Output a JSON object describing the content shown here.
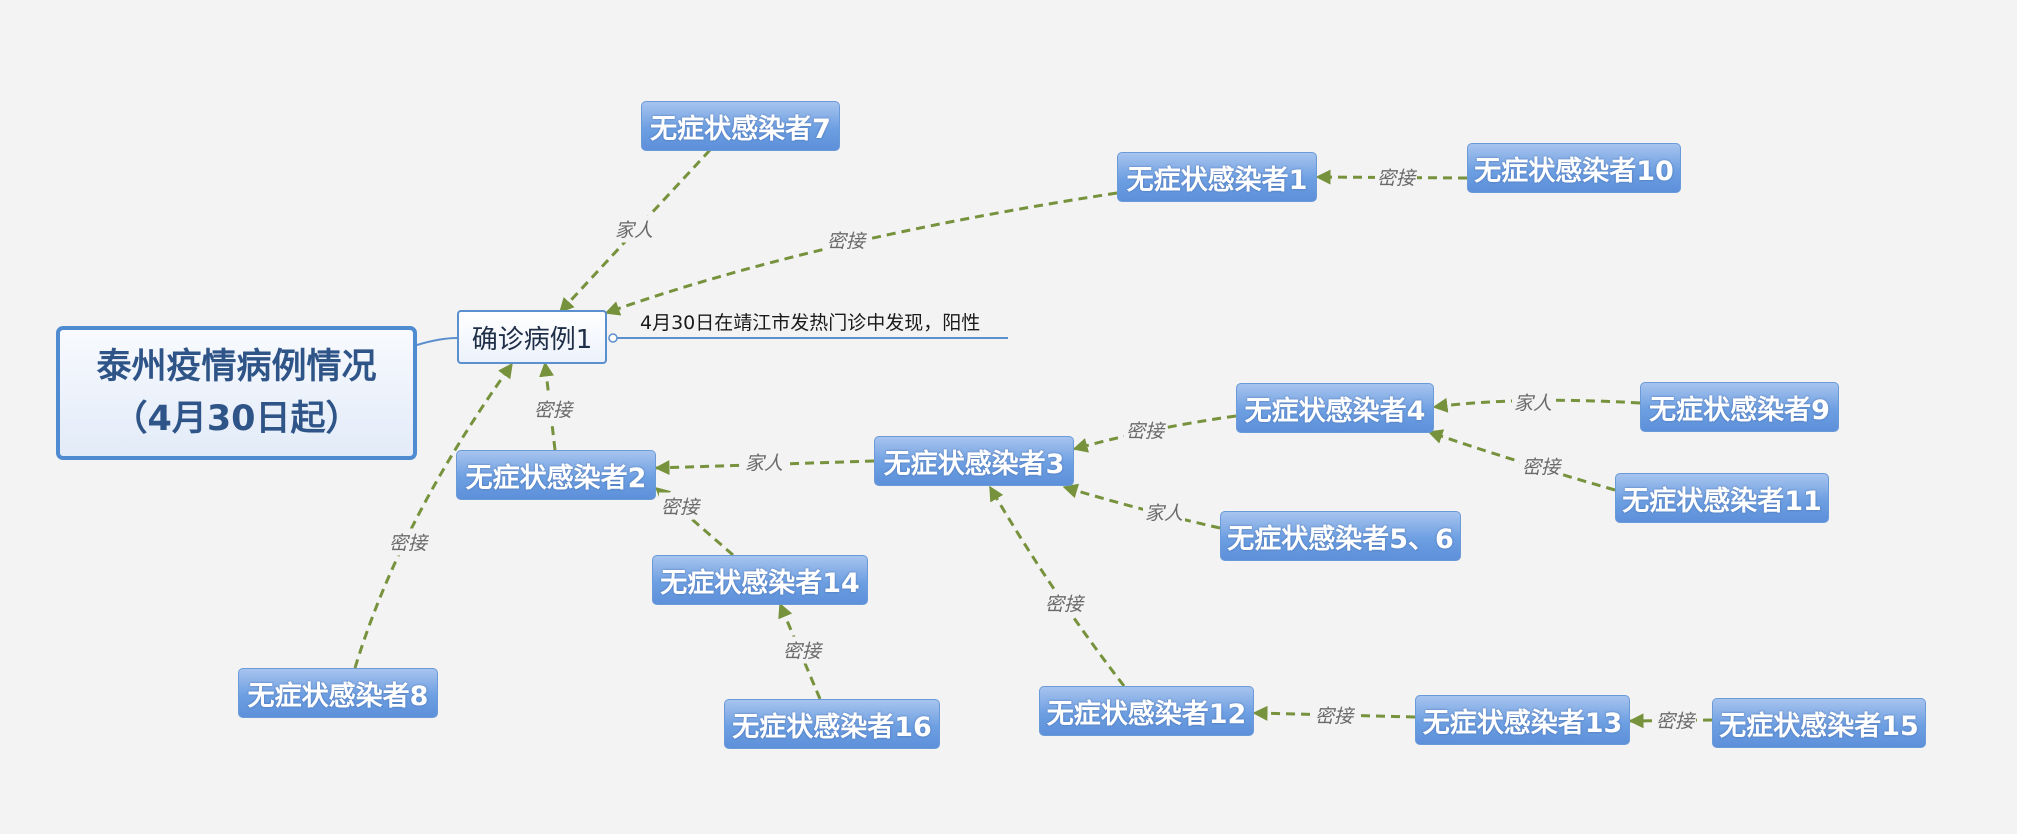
{
  "diagram": {
    "root": {
      "line1": "泰州疫情病例情况",
      "line2": "（4月30日起）"
    },
    "case": {
      "label": "确诊病例1",
      "note": "4月30日在靖江市发热门诊中发现，阳性"
    },
    "nodes": {
      "n1": "无症状感染者1",
      "n2": "无症状感染者2",
      "n3": "无症状感染者3",
      "n4": "无症状感染者4",
      "n56": "无症状感染者5、6",
      "n7": "无症状感染者7",
      "n8": "无症状感染者8",
      "n9": "无症状感染者9",
      "n10": "无症状感染者10",
      "n11": "无症状感染者11",
      "n12": "无症状感染者12",
      "n13": "无症状感染者13",
      "n14": "无症状感染者14",
      "n15": "无症状感染者15",
      "n16": "无症状感染者16"
    },
    "edges": [
      {
        "from": "n7",
        "to": "case",
        "label": "家人"
      },
      {
        "from": "n1",
        "to": "case",
        "label": "密接"
      },
      {
        "from": "n10",
        "to": "n1",
        "label": "密接"
      },
      {
        "from": "n2",
        "to": "case",
        "label": "密接"
      },
      {
        "from": "n8",
        "to": "case",
        "label": "密接"
      },
      {
        "from": "n3",
        "to": "n2",
        "label": "家人"
      },
      {
        "from": "n14",
        "to": "n2",
        "label": "密接"
      },
      {
        "from": "n16",
        "to": "n14",
        "label": "密接"
      },
      {
        "from": "n4",
        "to": "n3",
        "label": "密接"
      },
      {
        "from": "n56",
        "to": "n3",
        "label": "家人"
      },
      {
        "from": "n12",
        "to": "n3",
        "label": "密接"
      },
      {
        "from": "n9",
        "to": "n4",
        "label": "家人"
      },
      {
        "from": "n11",
        "to": "n4",
        "label": "密接"
      },
      {
        "from": "n13",
        "to": "n12",
        "label": "密接"
      },
      {
        "from": "n15",
        "to": "n13",
        "label": "密接"
      }
    ],
    "colors": {
      "edge": "#77923c",
      "line": "#5b8fce",
      "node": "#6d9fe2"
    }
  }
}
